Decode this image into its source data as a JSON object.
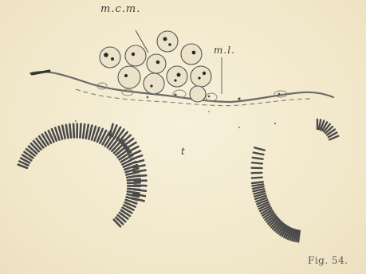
{
  "labels": {
    "mcm": "m.c.m.",
    "ml": "m.l.",
    "t": "t"
  },
  "caption": "Fig. 54.",
  "colors": {
    "background": "#f4ecd2",
    "ink": "#3a3a3a",
    "cell_fill": "#e8dfc8",
    "membrane": "#5a5a5a",
    "nucleus": "#2a2a2a"
  }
}
